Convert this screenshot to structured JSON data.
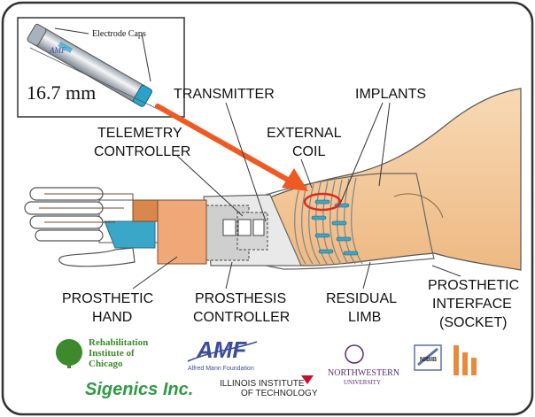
{
  "inset": {
    "caption": "Electrode Caps",
    "dimension": "16.7 mm"
  },
  "labels": {
    "transmitter": "TRANSMITTER",
    "implants": "IMPLANTS",
    "telemetry_line1": "TELEMETRY",
    "telemetry_line2": "CONTROLLER",
    "coil_line1": "EXTERNAL",
    "coil_line2": "COIL",
    "hand_line1": "PROSTHETIC",
    "hand_line2": "HAND",
    "controller_line1": "PROSTHESIS",
    "controller_line2": "CONTROLLER",
    "limb_line1": "RESIDUAL",
    "limb_line2": "LIMB",
    "interface_line1": "PROSTHETIC",
    "interface_line2": "INTERFACE",
    "interface_line3": "(SOCKET)"
  },
  "logos": {
    "ric_line1": "Rehabilitation",
    "ric_line2": "Institute of",
    "ric_line3": "Chicago",
    "amf_mark": "AMF",
    "amf_name": "Alfred Mann Foundation",
    "sigenics": "Sigenics Inc.",
    "iit_line1": "ILLINOIS INSTITUTE",
    "iit_line2": "OF TECHNOLOGY",
    "nu_line1": "NORTHWESTERN",
    "nu_line2": "UNIVERSITY",
    "nibib": "NIBIB"
  },
  "colors": {
    "frame": "#333333",
    "skin": "#f3c89a",
    "socket": "#e9e9e9",
    "arrow": "#ee5a22",
    "implant": "#3aa6c8",
    "hand_accent": "#f0a878"
  }
}
